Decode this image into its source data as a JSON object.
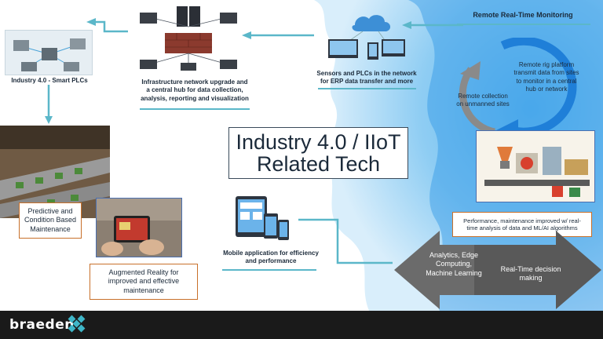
{
  "title": {
    "line1": "Industry 4.0 / IIoT",
    "line2": "Related Tech"
  },
  "nodes": {
    "smart_plcs": "Industry 4.0 - Smart PLCs",
    "infrastructure": {
      "line1": "Infrastructure network upgrade and",
      "line2": "a central hub for data collection,",
      "line3": "analysis, reporting and visualization"
    },
    "sensors": {
      "line1": "Sensors and PLCs in the network",
      "line2": "for ERP data transfer and more"
    },
    "remote_monitoring": "Remote Real-Time Monitoring",
    "remote_rig": {
      "line1": "Remote rig platform",
      "line2": "transmit data from sites",
      "line3": "to monitor in a central",
      "line4": "hub or network"
    },
    "remote_collection": {
      "line1": "Remote collection",
      "line2": "on unmanned sites"
    },
    "predictive": {
      "line1": "Predictive and",
      "line2": "Condition Based",
      "line3": "Maintenance"
    },
    "augmented": {
      "line1": "Augmented Reality for",
      "line2": "improved and effective",
      "line3": "maintenance"
    },
    "mobile": {
      "line1": "Mobile application for efficiency",
      "line2": "and performance"
    },
    "performance": {
      "line1": "Performance, maintenance improved w/ real-",
      "line2": "time analysis of data and ML/AI algorithms"
    },
    "analytics": {
      "line1": "Analytics, Edge",
      "line2": "Computing,",
      "line3": "Machine Learning"
    },
    "realtime_decision": {
      "line1": "Real-Time decision",
      "line2": "making"
    }
  },
  "brand": {
    "logo": "braeden"
  },
  "colors": {
    "connector": "#5bb7c9",
    "accent_blue": "#2a8ee0",
    "orange_border": "#c8702a",
    "grey_arrow": "#6b6b6b",
    "footer": "#1a1a1a"
  }
}
